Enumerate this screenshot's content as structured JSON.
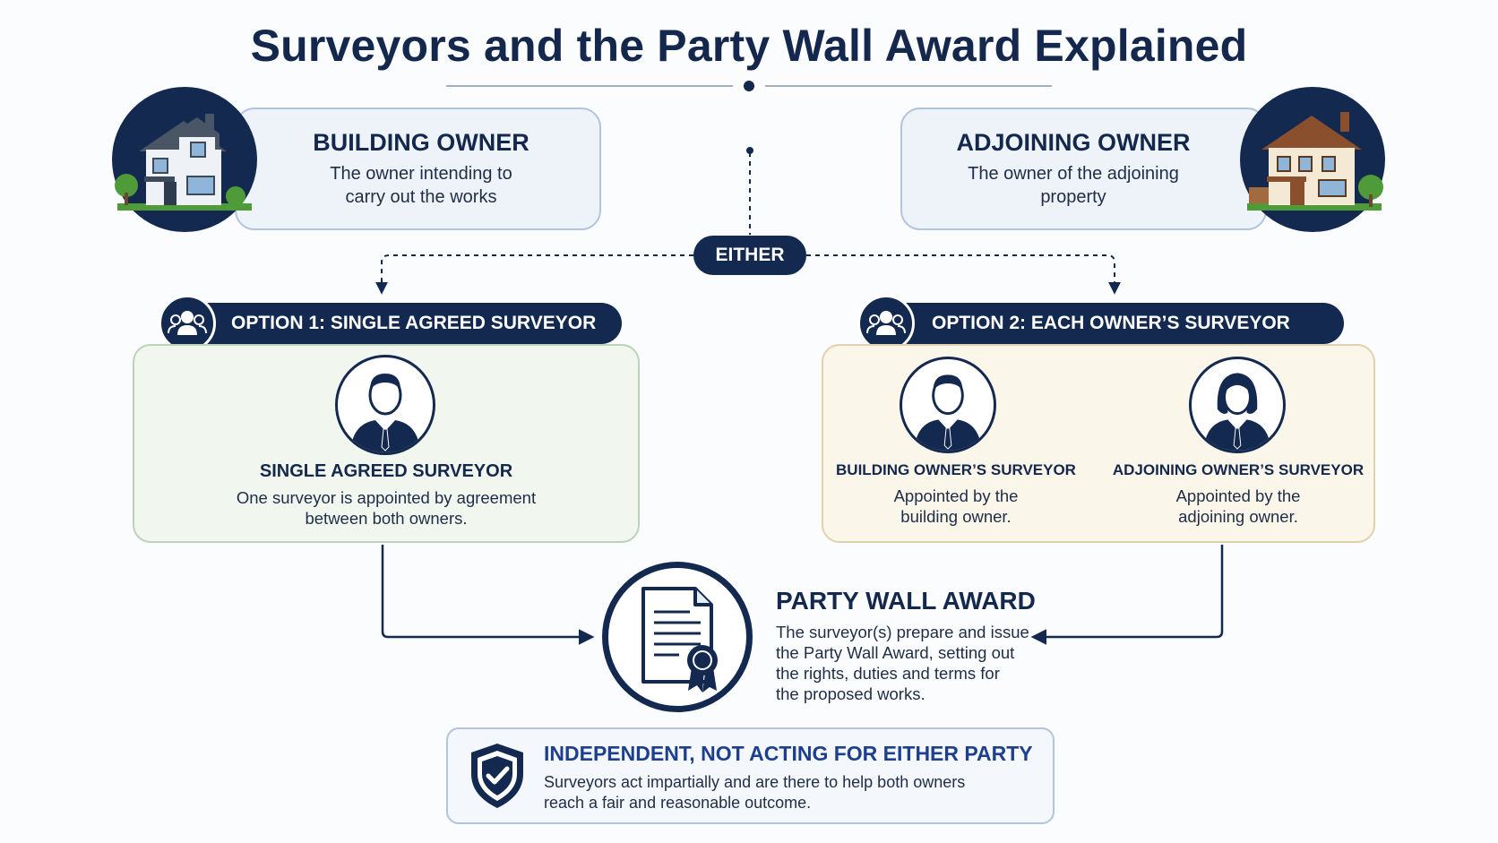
{
  "title": "Surveyors and the Party Wall Award Explained",
  "building_owner": {
    "title": "BUILDING OWNER",
    "desc_line1": "The owner intending to",
    "desc_line2": "carry out the works",
    "icon": "house-icon"
  },
  "adjoining_owner": {
    "title": "ADJOINING OWNER",
    "desc_line1": "The owner of the adjoining",
    "desc_line2": "property",
    "icon": "house-icon"
  },
  "either_label": "EITHER",
  "option1": {
    "header": "OPTION 1: SINGLE AGREED SURVEYOR",
    "icon": "group-icon",
    "surveyor_title": "SINGLE AGREED SURVEYOR",
    "desc_line1": "One surveyor is appointed by agreement",
    "desc_line2": "between both owners.",
    "surveyor_icon": "man-surveyor-icon"
  },
  "option2": {
    "header": "OPTION 2: EACH OWNER’S  SURVEYOR",
    "icon": "group-icon",
    "building": {
      "title": "BUILDING OWNER’S SURVEYOR",
      "desc_line1": "Appointed by the",
      "desc_line2": "building owner.",
      "icon": "man-surveyor-icon"
    },
    "adjoining": {
      "title": "ADJOINING OWNER’S SURVEYOR",
      "desc_line1": "Appointed by the",
      "desc_line2": "adjoining owner.",
      "icon": "woman-surveyor-icon"
    }
  },
  "award": {
    "title": "PARTY WALL AWARD",
    "desc_line1": "The surveyor(s) prepare and issue",
    "desc_line2": "the Party Wall Award, setting out",
    "desc_line3": "the rights, duties and terms for",
    "desc_line4": "the proposed works.",
    "icon": "document-seal-icon"
  },
  "independent": {
    "title": "INDEPENDENT, NOT ACTING FOR EITHER PARTY",
    "desc_line1": "Surveyors act impartially and are there to help both owners",
    "desc_line2": "reach a fair and reasonable outcome.",
    "icon": "shield-check-icon"
  },
  "colors": {
    "navy": "#13294f",
    "option1_bg": "#f1f6ef",
    "option2_bg": "#fbf6ea",
    "owner_bg": "#eef3f9",
    "independent_title": "#1d3f8f"
  }
}
